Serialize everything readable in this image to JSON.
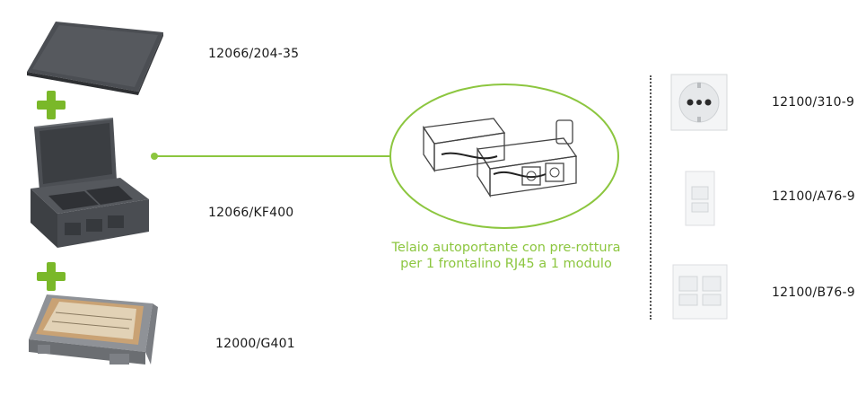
{
  "products": {
    "cover": {
      "code": "12066/204-35"
    },
    "box": {
      "code": "12066/KF400"
    },
    "housing": {
      "code": "12000/G401"
    }
  },
  "callout": {
    "caption_line1": "Telaio autoportante con pre-rottura",
    "caption_line2": "per 1 frontalino RJ45 a 1 modulo"
  },
  "modules": [
    {
      "code": "12100/310-9"
    },
    {
      "code": "12100/A76-9"
    },
    {
      "code": "12100/B76-9"
    }
  ],
  "colors": {
    "accent_green": "#7ab829",
    "caption_green": "#8cc63f",
    "dark_grey": "#4a4d52"
  },
  "icons": [
    "plus-icon",
    "plus-icon"
  ]
}
